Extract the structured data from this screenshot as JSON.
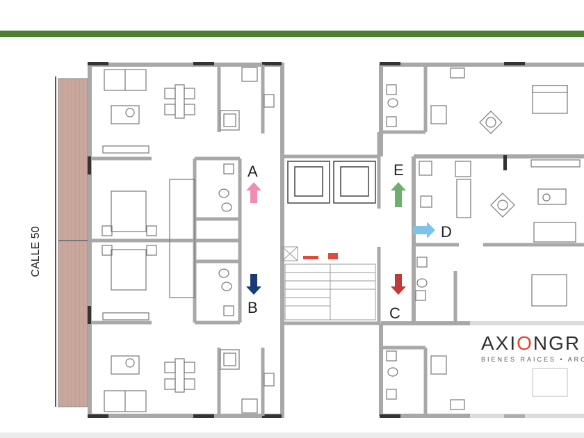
{
  "street_label": "CALLE 50",
  "units": [
    {
      "letter": "A",
      "arrow": "up",
      "color": "#f08cb4"
    },
    {
      "letter": "B",
      "arrow": "down",
      "color": "#1a3b78"
    },
    {
      "letter": "C",
      "arrow": "down",
      "color": "#c0393b"
    },
    {
      "letter": "D",
      "arrow": "right",
      "color": "#7ec3ea"
    },
    {
      "letter": "E",
      "arrow": "up",
      "color": "#6fae6f"
    }
  ],
  "watermark": {
    "brand_before": "AXI",
    "brand_accent": "O",
    "brand_after": "NGR",
    "tagline": "BIENES RAICES • ARC"
  },
  "colors": {
    "header_bar": "#4d7f33",
    "wall": "#a8a8a8",
    "balcony_wood": "#c9a79c",
    "accent_o": "#e8422e"
  }
}
